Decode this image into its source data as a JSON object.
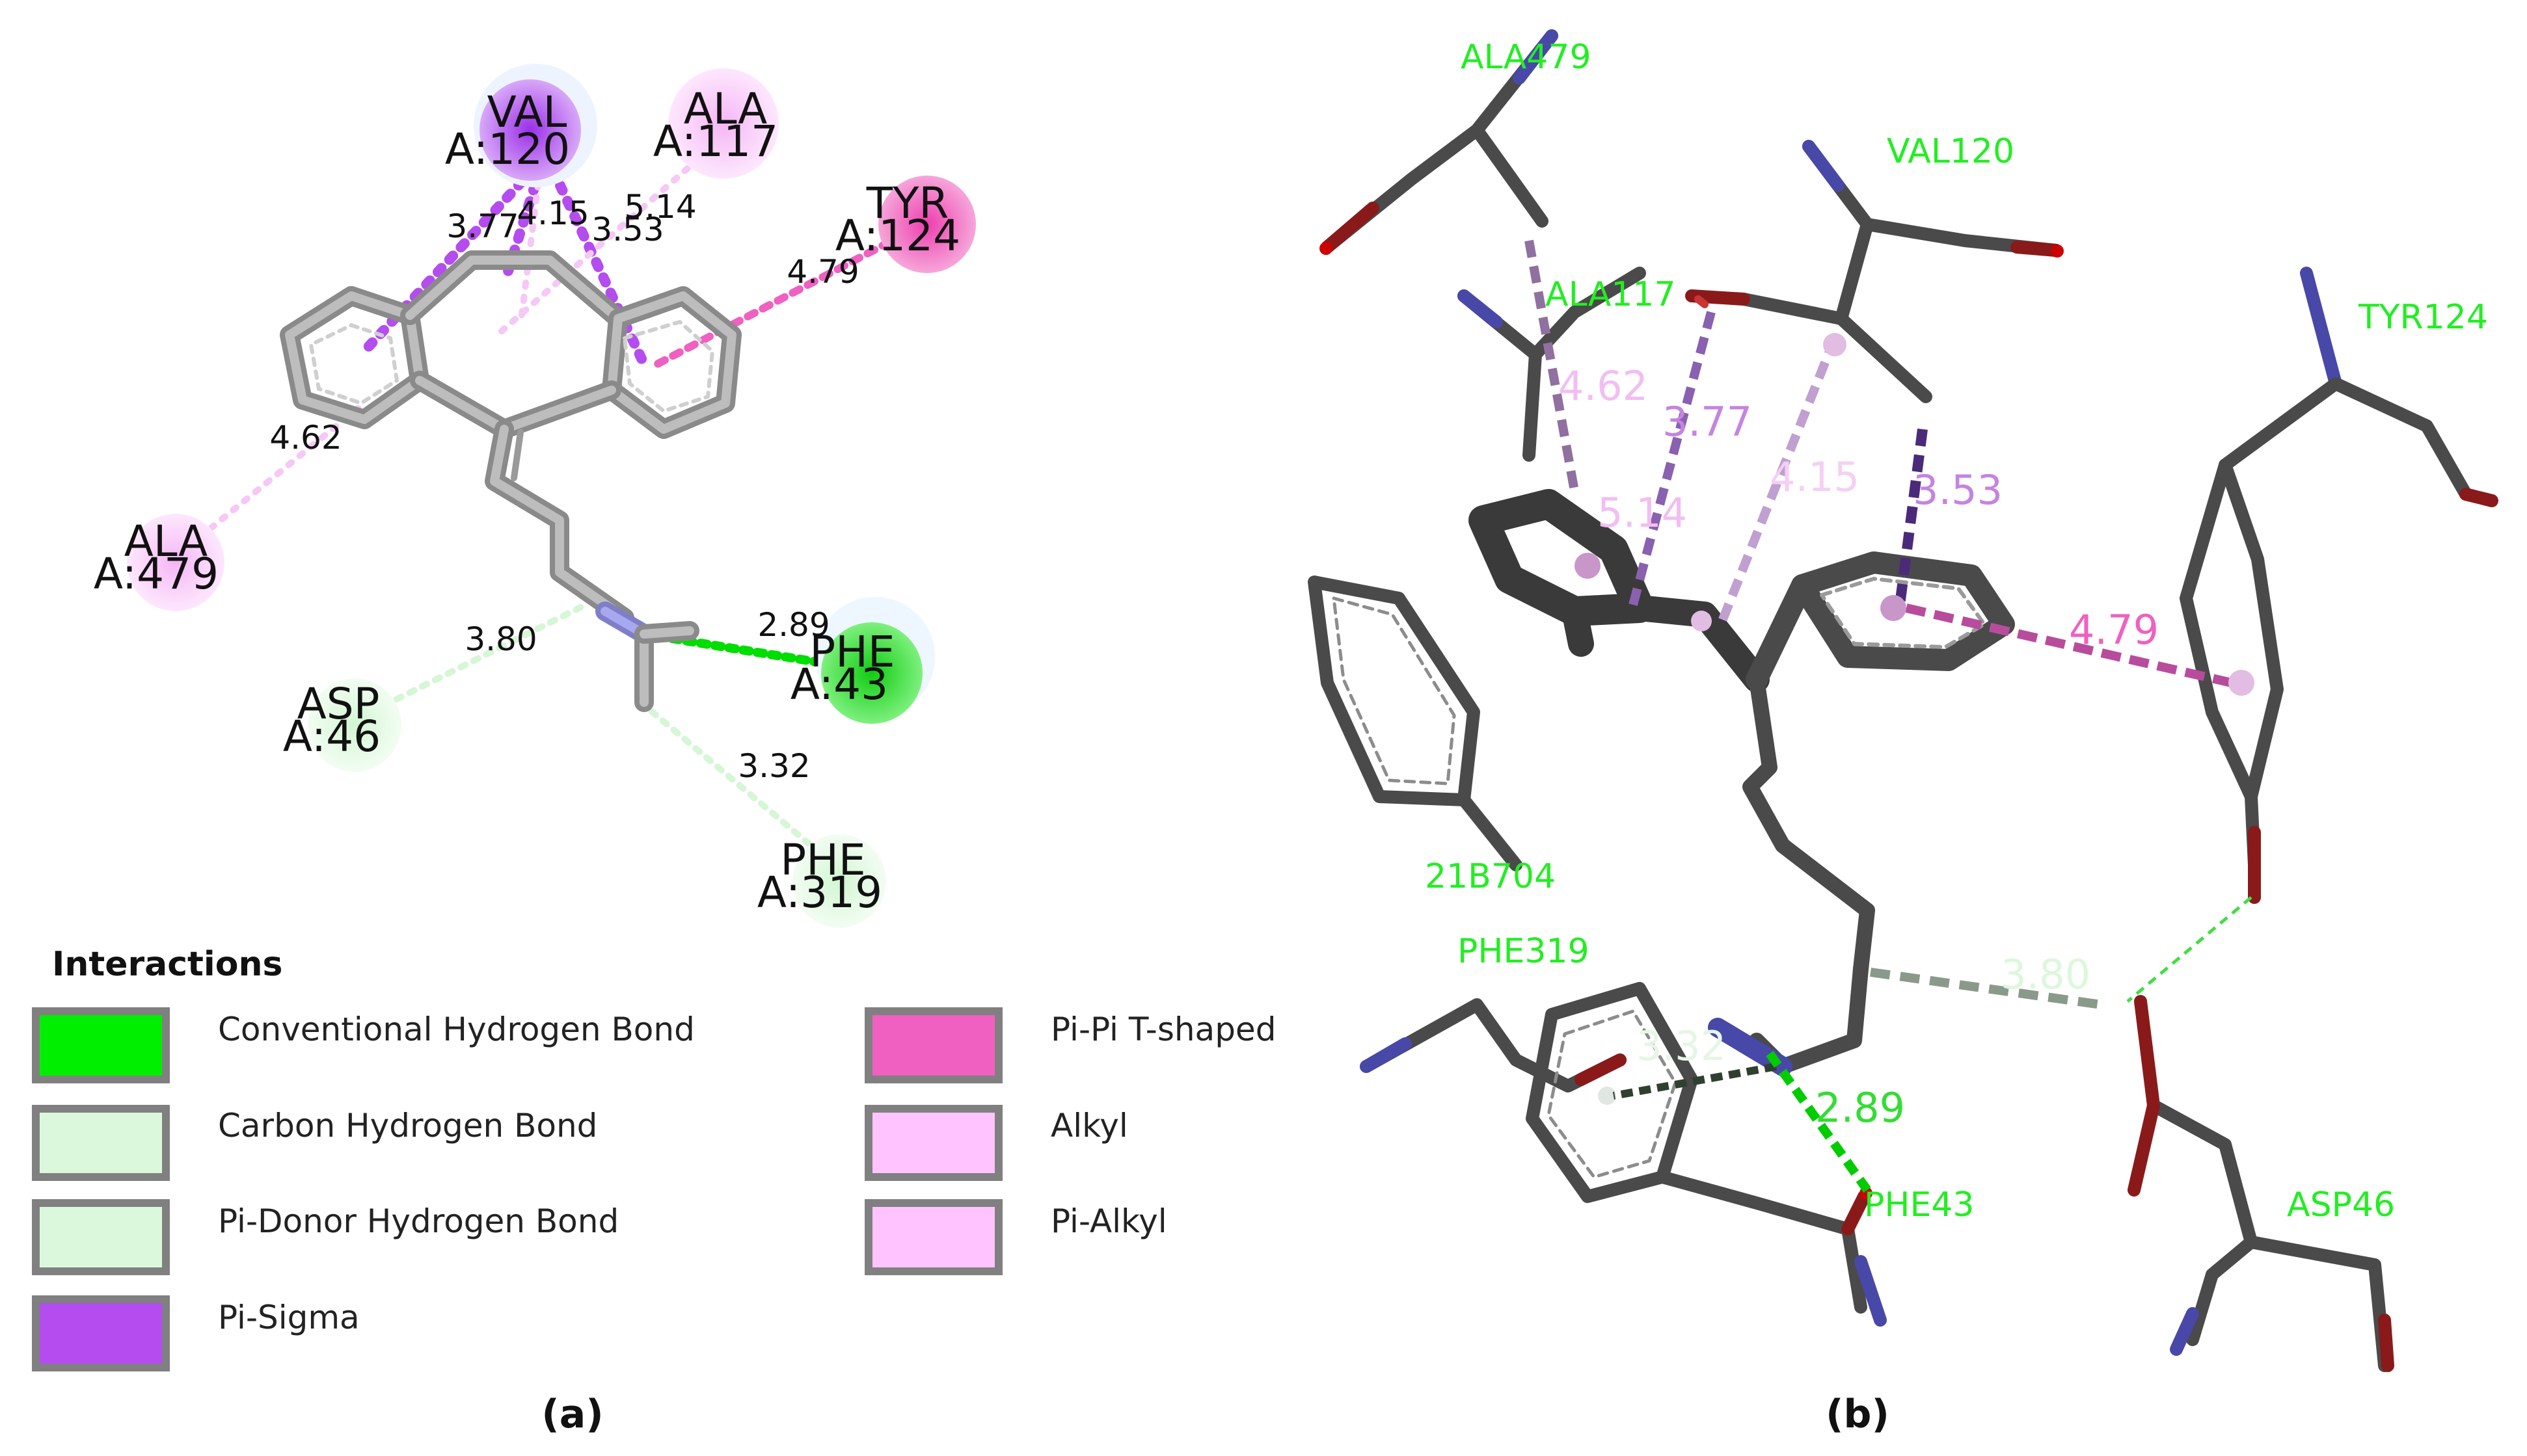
{
  "panel_a": {
    "caption": "(a)",
    "residues": [
      {
        "id": "val120",
        "name": "VAL",
        "chain": "A:120",
        "color": "#b44cf0"
      },
      {
        "id": "ala117",
        "name": "ALA",
        "chain": "A:117",
        "color": "#f7c2f7"
      },
      {
        "id": "tyr124",
        "name": "TYR",
        "chain": "A:124",
        "color": "#f060c0"
      },
      {
        "id": "ala479",
        "name": "ALA",
        "chain": "A:479",
        "color": "#f7c2f7"
      },
      {
        "id": "phe43",
        "name": "PHE",
        "chain": "A:43",
        "color": "#22dd22"
      },
      {
        "id": "asp46",
        "name": "ASP",
        "chain": "A:46",
        "color": "#dcf8dc"
      },
      {
        "id": "phe319",
        "name": "PHE",
        "chain": "A:319",
        "color": "#dcf8dc"
      }
    ],
    "distances": [
      "3.77",
      "4.15",
      "5.14",
      "3.53",
      "4.79",
      "4.62",
      "2.89",
      "3.80",
      "3.32"
    ]
  },
  "legend": {
    "title": "Interactions",
    "items": [
      {
        "label": "Conventional Hydrogen Bond",
        "color": "#00ee00"
      },
      {
        "label": "Carbon Hydrogen Bond",
        "color": "#dcf8dc"
      },
      {
        "label": "Pi-Donor Hydrogen Bond",
        "color": "#dcf8dc"
      },
      {
        "label": "Pi-Sigma",
        "color": "#b44cf0"
      },
      {
        "label": "Pi-Pi T-shaped",
        "color": "#f060c0"
      },
      {
        "label": "Alkyl",
        "color": "#ffc4ff"
      },
      {
        "label": "Pi-Alkyl",
        "color": "#ffc4ff"
      }
    ]
  },
  "panel_b": {
    "caption": "(b)",
    "residue_labels": [
      "ALA479",
      "VAL120",
      "ALA117",
      "TYR124",
      "21B704",
      "PHE319",
      "PHE43",
      "ASP46"
    ],
    "distances": [
      "4.62",
      "3.77",
      "4.15",
      "3.53",
      "5.14",
      "4.79",
      "3.80",
      "3.32",
      "2.89"
    ]
  }
}
